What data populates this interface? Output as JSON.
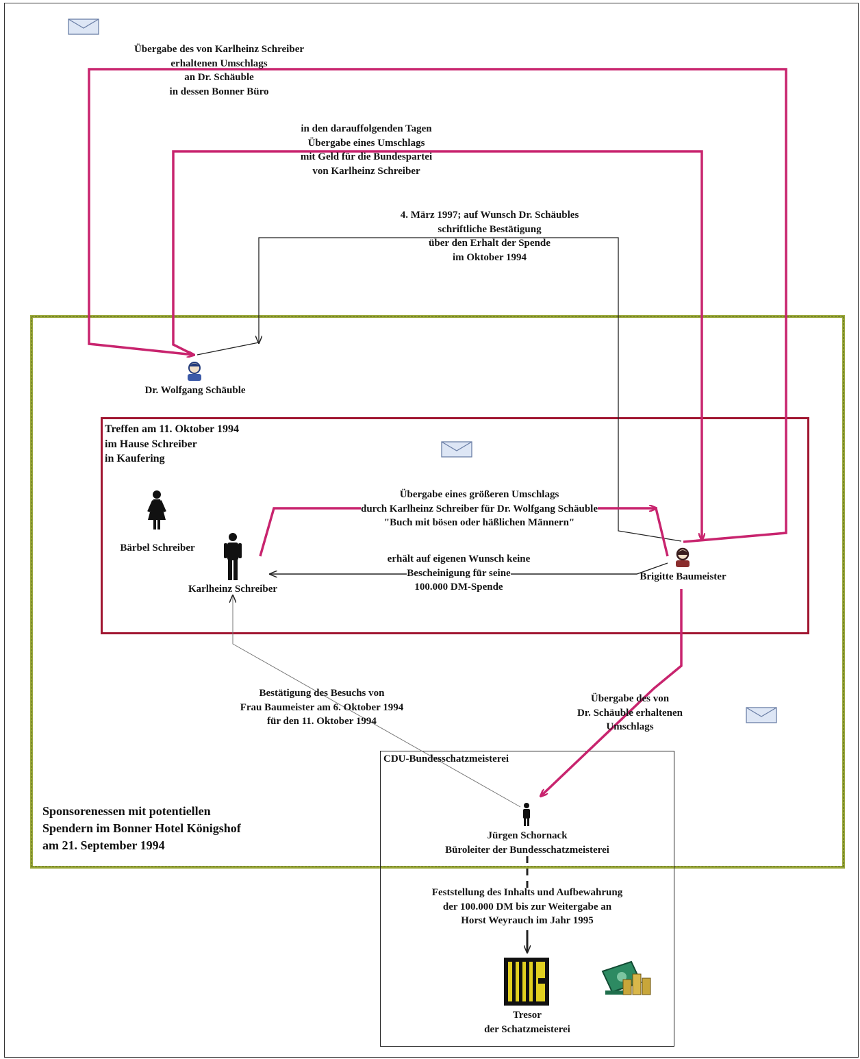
{
  "people": {
    "schaeuble": "Dr. Wolfgang Schäuble",
    "baerbel": "Bärbel Schreiber",
    "karlheinz": "Karlheinz Schreiber",
    "baumeister": "Brigitte Baumeister",
    "schornack_line1": "Jürgen Schornack",
    "schornack_line2": "Büroleiter der Bundesschatzmeisterei"
  },
  "boxes": {
    "meeting_title": [
      "Treffen am 11. Oktober 1994",
      "im Hause Schreiber",
      "in Kaufering"
    ],
    "cdu_title": "CDU-Bundesschatzmeisterei",
    "dinner_title": [
      "Sponsorenessen mit potentiellen",
      "Spendern im Bonner Hotel Königshof",
      "am 21. September 1994"
    ]
  },
  "labels": {
    "handover_bonn": [
      "Übergabe des von Karlheinz Schreiber",
      "erhaltenen Umschlags",
      "an Dr.  Schäuble",
      "in dessen  Bonner Büro"
    ],
    "following_days": [
      "in den darauffolgenden Tagen",
      "Übergabe eines Umschlags",
      "mit Geld für die Bundespartei",
      "von Karlheinz Schreiber"
    ],
    "confirmation_1997": [
      "4. März 1997; auf Wunsch  Dr. Schäubles",
      "schriftliche  Bestätigung",
      "über den Erhalt der Spende",
      "im Oktober 1994"
    ],
    "bigger_envelope": [
      "Übergabe eines größeren Umschlags",
      "durch Karlheinz Schreiber für Dr. Wolfgang Schäuble",
      "\"Buch mit bösen oder häßlichen Männern\""
    ],
    "no_receipt": [
      "erhält auf eigenen Wunsch keine",
      "Bescheinigung für seine",
      "100.000 DM-Spende"
    ],
    "visit_confirmation": [
      "Bestätigung des Besuchs von",
      "Frau Baumeister am 6. Oktober 1994",
      "für den 11. Oktober 1994"
    ],
    "handover_schornack": [
      "Übergabe des von",
      "Dr. Schäuble erhaltenen",
      "Umschlags"
    ],
    "storage": [
      "Feststellung des Inhalts und  Aufbewahrung",
      "der 100.000 DM bis zur Weitergabe an",
      "Horst Weyrauch im Jahr 1995"
    ],
    "safe": [
      "Tresor",
      "der Schatzmeisterei"
    ]
  },
  "colors": {
    "money_flow": "#c8246e",
    "info_flow": "#222222",
    "dinner_border": "#9aa83a",
    "meeting_border": "#a01530",
    "envelope": "#a9bfe6"
  },
  "icons": [
    "envelope-icon",
    "person-icon",
    "safe-icon",
    "money-icon"
  ]
}
